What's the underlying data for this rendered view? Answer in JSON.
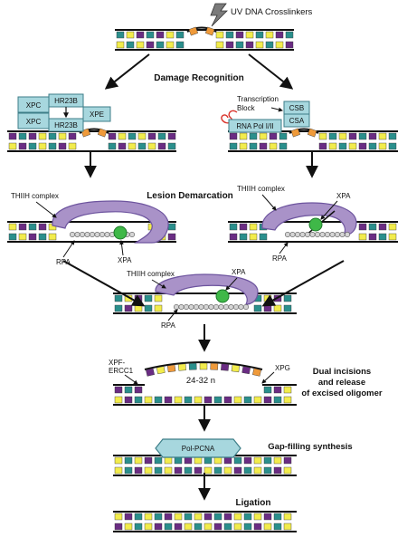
{
  "labels": {
    "uv": "UV DNA Crosslinkers",
    "damage_recognition": "Damage Recognition",
    "lesion_demarcation": "Lesion Demarcation",
    "dual_line1": "Dual incisions",
    "dual_line2": "and release",
    "dual_line3": "of excised oligomer",
    "gap_filling": "Gap-filling synthesis",
    "ligation": "Ligation",
    "thiih": "THIIH complex",
    "rpa": "RPA",
    "xpa": "XPA",
    "xpc": "XPC",
    "hr23b": "HR23B",
    "xpe": "XPE",
    "transcription_line1": "Transcription",
    "transcription_line2": "Block",
    "csb": "CSB",
    "csa": "CSA",
    "rna_pol": "RNA Pol I/II",
    "xpf_line1": "XPF-",
    "xpf_line2": "ERCC1",
    "xpg": "XPG",
    "oligo_size": "24-32 n",
    "pol_pcna": "Pol-PCNA"
  },
  "colors": {
    "teal": "#2a8f8c",
    "yellow": "#f2ec4c",
    "purple": "#6a2c83",
    "orange": "#ef9a3a",
    "box": "#a7d7de",
    "box_stroke": "#3d7e88",
    "complex": "#a992c8",
    "complex_stroke": "#6d549e",
    "xpa_green": "#3fb848",
    "rpa_bead": "#d5d5d5",
    "red": "#d9332b"
  }
}
